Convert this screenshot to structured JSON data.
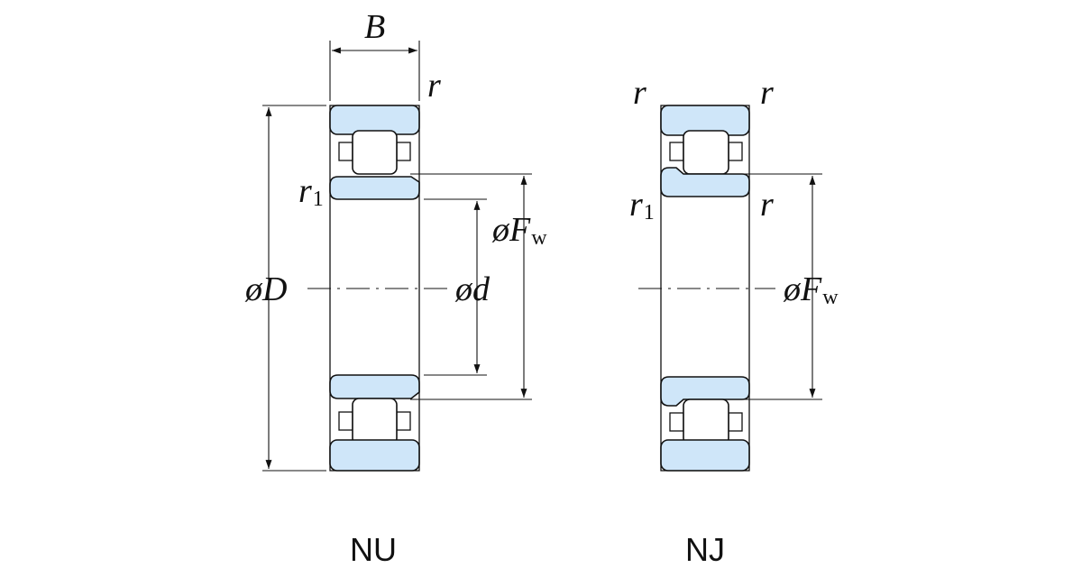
{
  "labels": {
    "width": "B",
    "radius": "r",
    "radius_inner": "r",
    "radius_inner_sub": "1",
    "outer_diameter": "øD",
    "bore_diameter": "ød",
    "roller_diameter": "øF",
    "roller_diameter_sub": "w"
  },
  "captions": {
    "left": "NU",
    "right": "NJ"
  },
  "colors": {
    "ring_fill": "#cfe6f9",
    "line": "#111111"
  }
}
